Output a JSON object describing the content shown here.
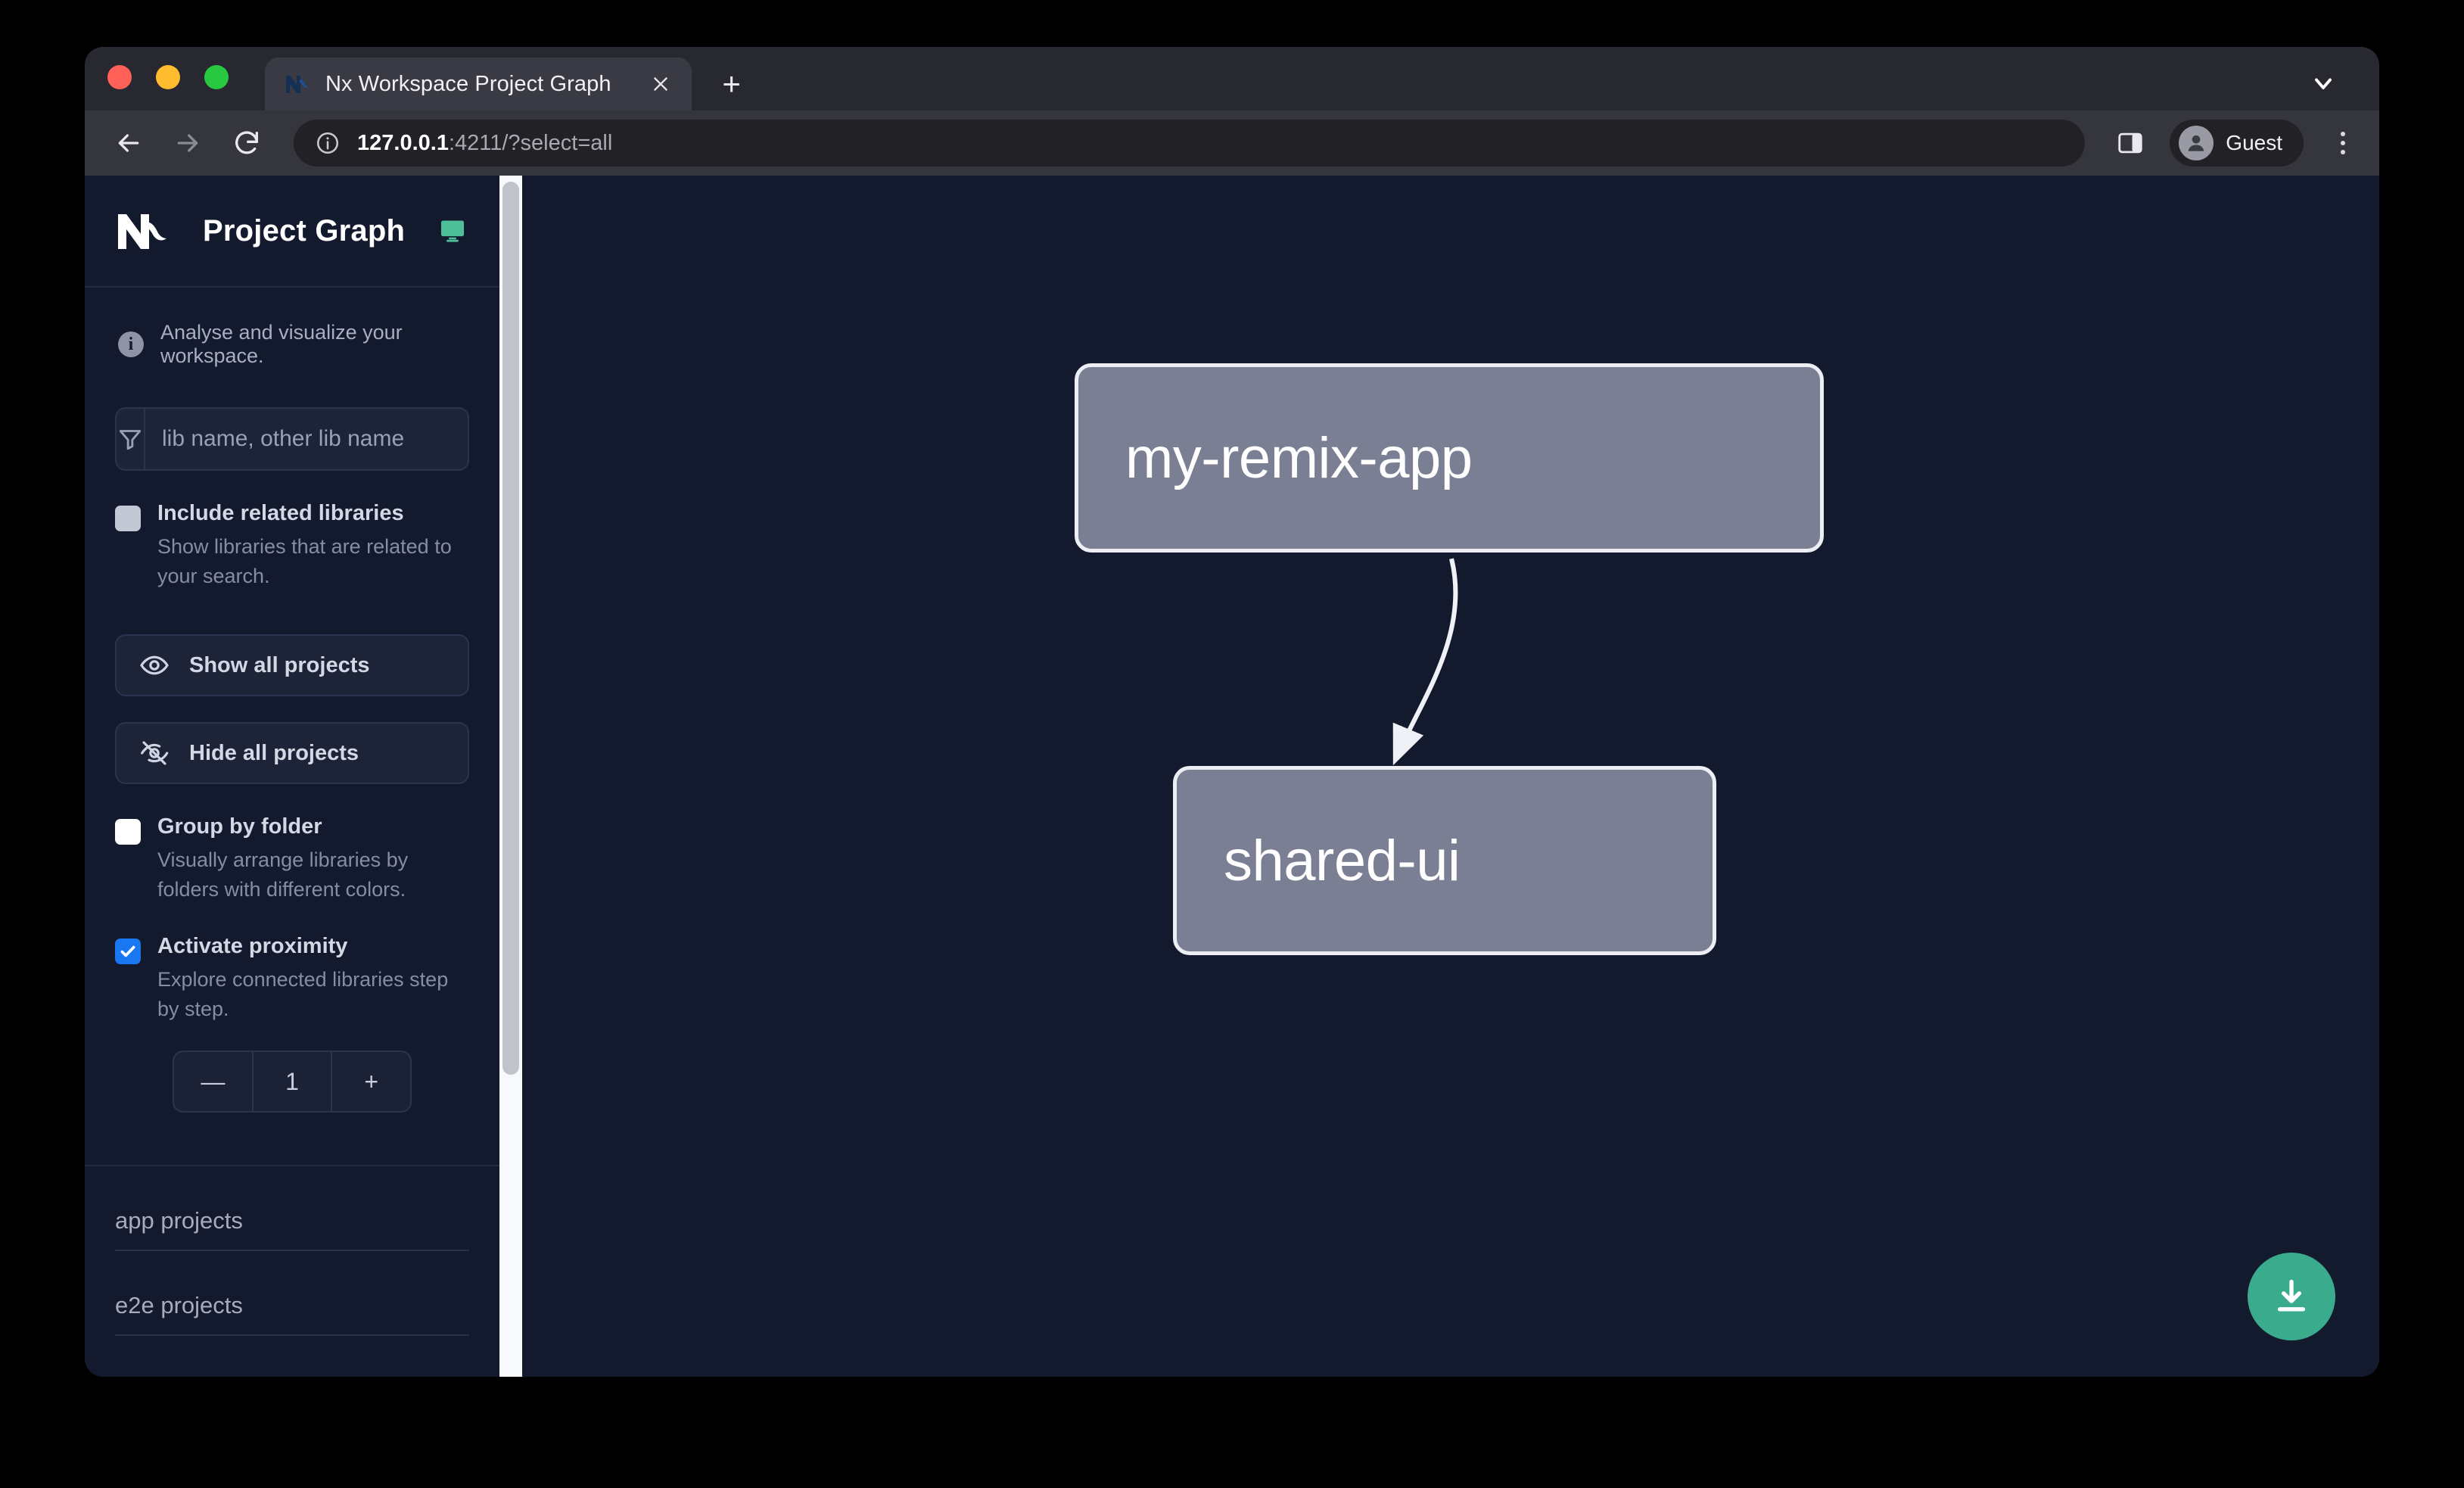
{
  "browser": {
    "tab": {
      "title": "Nx Workspace Project Graph",
      "favicon": "nx-logo-icon",
      "close_icon": "close-icon"
    },
    "new_tab_label": "+",
    "tab_list_icon": "chevron-down-icon",
    "nav": {
      "back_icon": "arrow-left-icon",
      "forward_icon": "arrow-right-icon",
      "reload_icon": "reload-icon"
    },
    "omnibox": {
      "info_icon": "info-circle-icon",
      "url_host": "127.0.0.1",
      "url_rest": ":4211/?select=all"
    },
    "side_panel_icon": "side-panel-icon",
    "profile": {
      "name": "Guest",
      "avatar_icon": "person-icon"
    },
    "menu_icon": "kebab-menu-icon"
  },
  "sidebar": {
    "logo": "nx-logo-icon",
    "title": "Project Graph",
    "monitor_icon": "monitor-icon",
    "tagline": "Analyse and visualize your workspace.",
    "filter": {
      "icon": "filter-funnel-icon",
      "placeholder": "lib name, other lib name",
      "value": ""
    },
    "options": [
      {
        "label": "Include related libraries",
        "desc": "Show libraries that are related to your search.",
        "checked": false,
        "style": "grey"
      },
      {
        "label": "Group by folder",
        "desc": "Visually arrange libraries by folders with different colors.",
        "checked": false,
        "style": "white"
      },
      {
        "label": "Activate proximity",
        "desc": "Explore connected libraries step by step.",
        "checked": true,
        "style": "blue"
      }
    ],
    "buttons": [
      {
        "label": "Show all projects",
        "icon": "eye-icon"
      },
      {
        "label": "Hide all projects",
        "icon": "eye-off-icon"
      }
    ],
    "stepper": {
      "decrement": "—",
      "value": "1",
      "increment": "+"
    },
    "sections": [
      {
        "label": "app projects"
      },
      {
        "label": "e2e projects"
      }
    ]
  },
  "graph": {
    "nodes": [
      {
        "id": "my-remix-app",
        "label": "my-remix-app"
      },
      {
        "id": "shared-ui",
        "label": "shared-ui"
      }
    ],
    "edges": [
      {
        "from": "my-remix-app",
        "to": "shared-ui"
      }
    ],
    "download_button": {
      "icon": "download-icon"
    }
  },
  "colors": {
    "page_bg": "#141a2e",
    "node_fill": "#7b7f93",
    "node_border": "#eceef4",
    "accent_green": "#3aab8c",
    "checkbox_blue": "#1a77f2",
    "monitor_green": "#4fbf9a"
  }
}
